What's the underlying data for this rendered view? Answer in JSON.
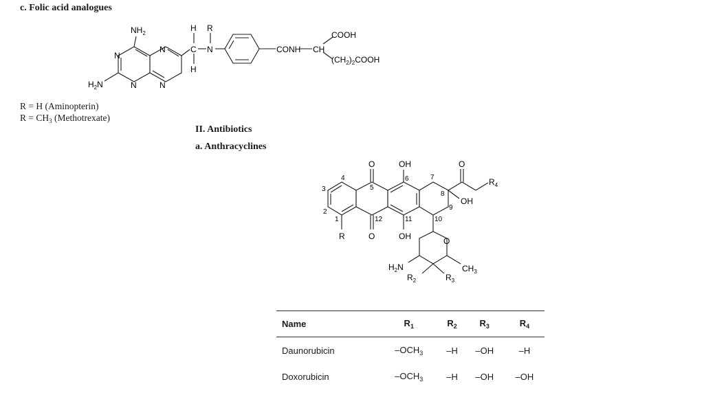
{
  "headings": {
    "folic": "c. Folic acid analogues",
    "antibiotics": "II. Antibiotics",
    "anthracyclines": "a. Anthracyclines"
  },
  "r_definitions": {
    "aminopterin": "R = H (Aminopterin)",
    "methotrexate_prefix": "R = CH",
    "methotrexate_sub": "3",
    "methotrexate_suffix": " (Methotrexate)"
  },
  "folic_structure_labels": {
    "nh2_top": "NH",
    "nh2_top_sub": "2",
    "n1": "N",
    "n2": "N",
    "n3": "N",
    "n4": "N",
    "h2n_main": "H",
    "h2n_sub": "2",
    "h2n_n": "N",
    "h_top": "H",
    "r_top": "R",
    "c_center": "C",
    "n_center": "N",
    "h_bottom": "H",
    "conh": "CONH",
    "ch": "CH",
    "cooh": "COOH",
    "ch2_chain_open": "(CH",
    "ch2_chain_sub": "2",
    "ch2_chain_close": ")",
    "ch2_chain_sub2": "2",
    "ch2_chain_end": "COOH"
  },
  "anthracycline_labels": {
    "o_top": "O",
    "oh_top": "OH",
    "o_ketone": "O",
    "r4": "R",
    "r4_sub": "4",
    "oh_8": "OH",
    "o_bottom": "O",
    "oh_bottom": "OH",
    "r": "R",
    "o_ring": "O",
    "h2n": "H",
    "h2n_sub": "2",
    "h2n_n": "N",
    "ch3": "CH",
    "ch3_sub": "3",
    "r2": "R",
    "r2_sub": "2",
    "r3": "R",
    "r3_sub": "3",
    "num1": "1",
    "num2": "2",
    "num3": "3",
    "num4": "4",
    "num5": "5",
    "num6": "6",
    "num7": "7",
    "num8": "8",
    "num9": "9",
    "num10": "10",
    "num11": "11",
    "num12": "12"
  },
  "table": {
    "headers": {
      "name": "Name",
      "r1": "R",
      "r1_sub": "1",
      "r2": "R",
      "r2_sub": "2",
      "r3": "R",
      "r3_sub": "3",
      "r4": "R",
      "r4_sub": "4"
    },
    "rows": [
      {
        "name": "Daunorubicin",
        "r1": "–OCH",
        "r1_sub": "3",
        "r2": "–H",
        "r3": "–OH",
        "r4": "–H"
      },
      {
        "name": "Doxorubicin",
        "r1": "–OCH",
        "r1_sub": "3",
        "r2": "–H",
        "r3": "–OH",
        "r4": "–OH"
      }
    ]
  }
}
